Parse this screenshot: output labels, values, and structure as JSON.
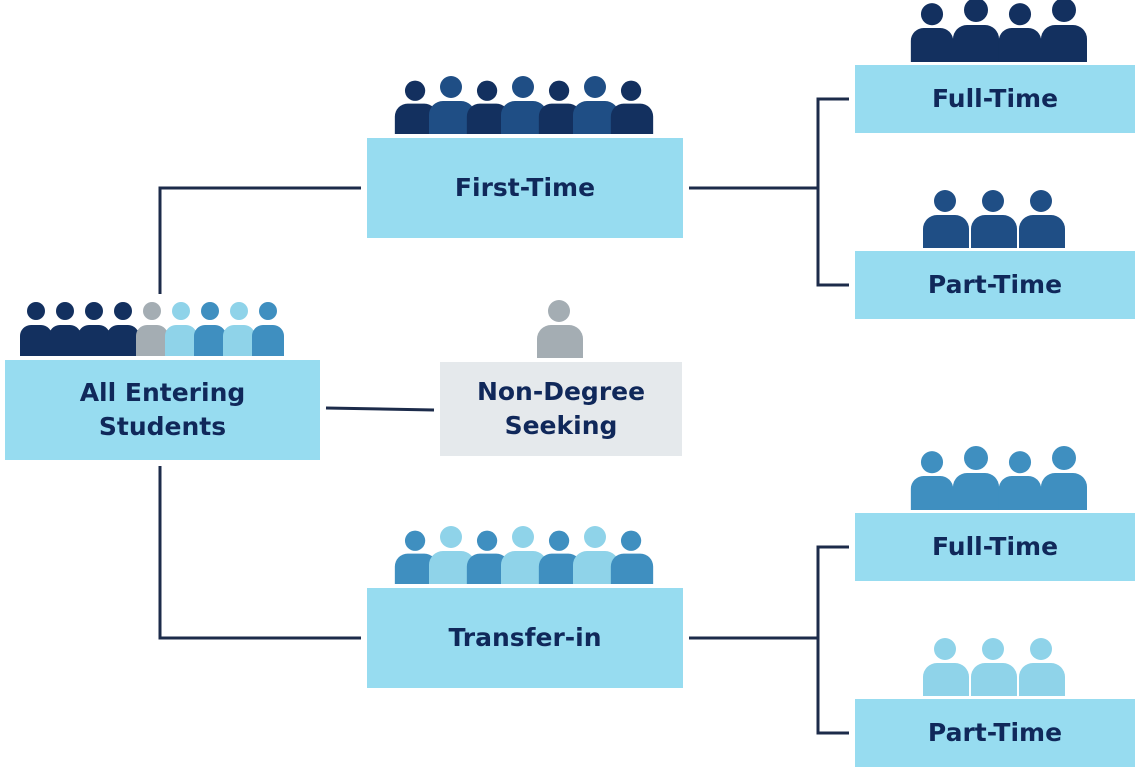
{
  "nodes": {
    "all_entering": {
      "lines": [
        "All Entering",
        "Students"
      ]
    },
    "first_time": {
      "label": "First-Time"
    },
    "non_degree": {
      "lines": [
        "Non-Degree",
        "Seeking"
      ]
    },
    "transfer_in": {
      "label": "Transfer-in"
    },
    "ft_full_time": {
      "label": "Full-Time"
    },
    "ft_part_time": {
      "label": "Part-Time"
    },
    "ti_full_time": {
      "label": "Full-Time"
    },
    "ti_part_time": {
      "label": "Part-Time"
    }
  },
  "edges": [
    {
      "from": "all_entering",
      "to": "first_time"
    },
    {
      "from": "all_entering",
      "to": "non_degree"
    },
    {
      "from": "all_entering",
      "to": "transfer_in"
    },
    {
      "from": "first_time",
      "to": "ft_full_time"
    },
    {
      "from": "first_time",
      "to": "ft_part_time"
    },
    {
      "from": "transfer_in",
      "to": "ti_full_time"
    },
    {
      "from": "transfer_in",
      "to": "ti_part_time"
    }
  ],
  "colors": {
    "navy": "#13305f",
    "blue": "#1f4e85",
    "mid_blue": "#3f8fc0",
    "light_blue": "#8fd3e9",
    "gray": "#a4adb3",
    "box_blue": "#97dcf0",
    "box_gray": "#e5e9ec",
    "text": "#10285a",
    "connector": "#1c2b4a"
  },
  "icons": {
    "all_entering": [
      "navy",
      "navy",
      "navy",
      "navy",
      "gray",
      "light_blue",
      "mid_blue",
      "light_blue",
      "mid_blue"
    ],
    "first_time": [
      "navy",
      "blue",
      "navy",
      "blue",
      "navy",
      "blue",
      "navy"
    ],
    "non_degree": [
      "gray"
    ],
    "transfer_in": [
      "mid_blue",
      "light_blue",
      "mid_blue",
      "light_blue",
      "mid_blue",
      "light_blue",
      "mid_blue"
    ],
    "ft_full_time": [
      "navy",
      "navy",
      "navy",
      "navy"
    ],
    "ft_part_time": [
      "blue",
      "blue",
      "blue"
    ],
    "ti_full_time": [
      "mid_blue",
      "mid_blue",
      "mid_blue",
      "mid_blue"
    ],
    "ti_part_time": [
      "light_blue",
      "light_blue",
      "light_blue"
    ]
  },
  "icon_name": "person-icon"
}
